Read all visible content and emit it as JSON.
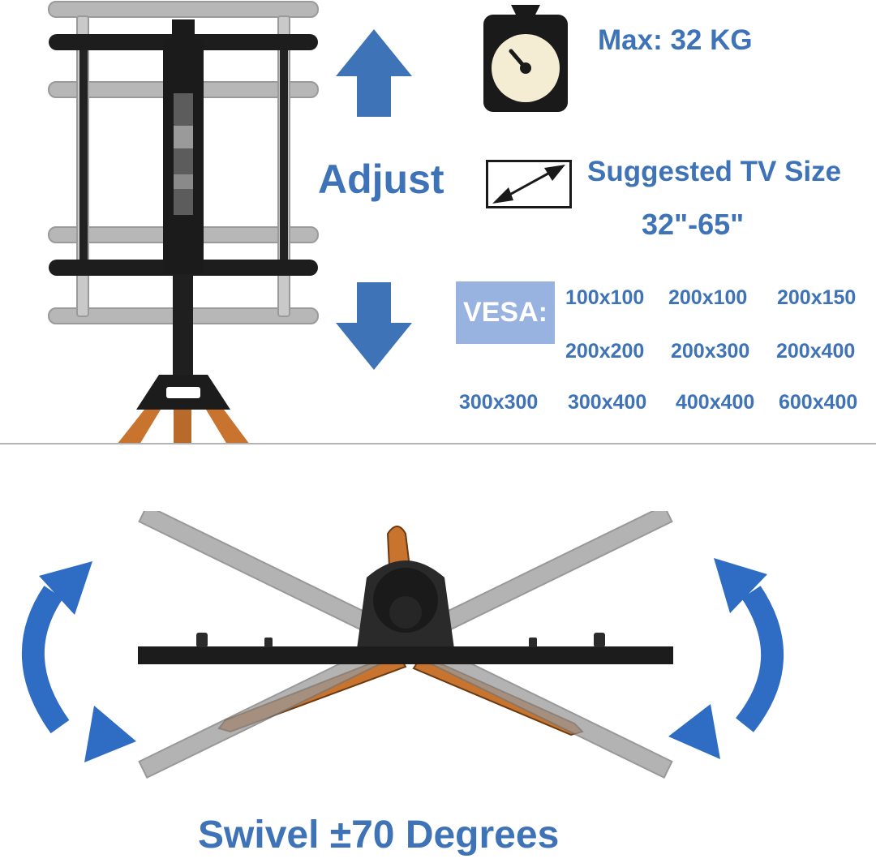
{
  "max_load": {
    "label": "Max: 32 KG"
  },
  "adjust": {
    "label": "Adjust"
  },
  "tv_size": {
    "label": "Suggested TV Size",
    "range": "32\"-65\""
  },
  "vesa": {
    "badge": "VESA:",
    "sizes": [
      "100x100",
      "200x100",
      "200x150",
      "200x200",
      "200x300",
      "200x400",
      "300x300",
      "300x400",
      "400x400",
      "600x400"
    ]
  },
  "swivel": {
    "label": "Swivel ±70 Degrees"
  },
  "colors": {
    "accent_blue": "#3f73b8",
    "vesa_badge": "#98b3df",
    "wood": "#c8742e"
  },
  "icons": [
    "scale-icon",
    "diagonal-arrow-icon",
    "arrow-up-icon",
    "arrow-down-icon",
    "curved-arrow-left-icon",
    "curved-arrow-right-icon"
  ]
}
